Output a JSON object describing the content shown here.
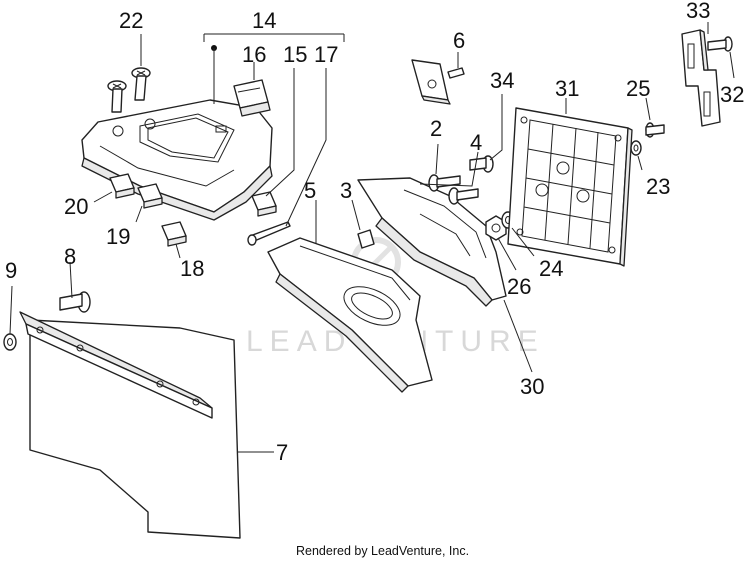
{
  "callouts": {
    "c22": "22",
    "c14": "14",
    "c16": "16",
    "c15": "15",
    "c17": "17",
    "c6": "6",
    "c33": "33",
    "c34": "34",
    "c31": "31",
    "c25": "25",
    "c32": "32",
    "c2": "2",
    "c4": "4",
    "c23": "23",
    "c5": "5",
    "c3": "3",
    "c20": "20",
    "c19": "19",
    "c18": "18",
    "c24": "24",
    "c26": "26",
    "c9": "9",
    "c8": "8",
    "c7": "7",
    "c30": "30"
  },
  "watermark": "LEADVENTURE",
  "footer": "Rendered by LeadVenture, Inc."
}
